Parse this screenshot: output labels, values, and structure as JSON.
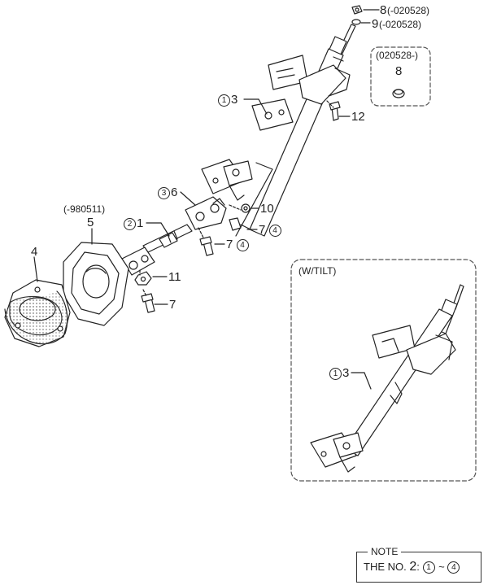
{
  "labels": {
    "p8_top": "8",
    "p8_top_note": "(-020528)",
    "p9": "9",
    "p9_note": "(-020528)",
    "inset_top_note": "(020528-)",
    "inset_top_part": "8",
    "p1_circ": "1",
    "p3": "3",
    "p12": "12",
    "p3_circ": "3",
    "p6": "6",
    "p10": "10",
    "p980511": "(-980511)",
    "p5": "5",
    "p2_circ": "2",
    "p1": "1",
    "p7_a": "7",
    "p7_a_circ": "4",
    "p7_b": "7",
    "p7_b_circ": "4",
    "p4": "4",
    "p11": "11",
    "p7_c": "7",
    "tilt_title": "(W/TILT)",
    "tilt_p1_circ": "1",
    "tilt_p3": "3"
  },
  "note": {
    "title": "NOTE",
    "prefix": "THE NO.",
    "number": "2",
    "colon": ":",
    "range_start": "1",
    "tilde": "~",
    "range_end": "4"
  }
}
